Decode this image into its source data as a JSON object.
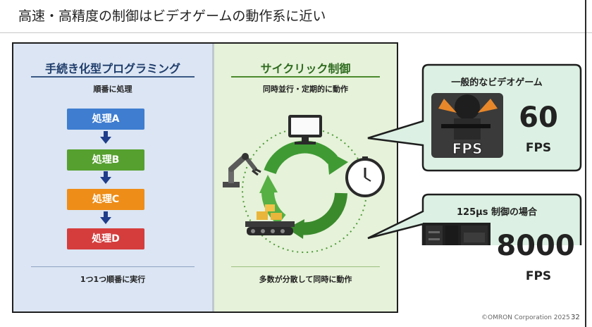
{
  "slide": {
    "title": "高速・高精度の制御はビデオゲームの動作系に近い",
    "footer": "©OMRON Corporation 2025",
    "page": "32"
  },
  "left_panel": {
    "title": "手続き化型プログラミング",
    "subtitle": "順番に処理",
    "steps": [
      "処理A",
      "処理B",
      "処理C",
      "処理D"
    ],
    "bottom": "1つ1つ順番に実行"
  },
  "right_panel": {
    "title": "サイクリック制御",
    "subtitle": "同時並行・定期的に動作",
    "bottom": "多数が分散して同時に動作"
  },
  "callouts": [
    {
      "title": "一般的なビデオゲーム",
      "value": "60",
      "unit": "FPS",
      "badge": "FPS"
    },
    {
      "title": "125μs 制御の場合",
      "value": "8000",
      "unit": "FPS"
    }
  ],
  "colors": {
    "step_a": "#3f7dd1",
    "step_b": "#56a02f",
    "step_c": "#ee8d18",
    "step_d": "#d53d3d",
    "left_bg": "#dbe5f3",
    "right_bg": "#e6f2d9",
    "bubble_bg": "#dcf1e3",
    "bubble_border": "#1e1e1e"
  }
}
